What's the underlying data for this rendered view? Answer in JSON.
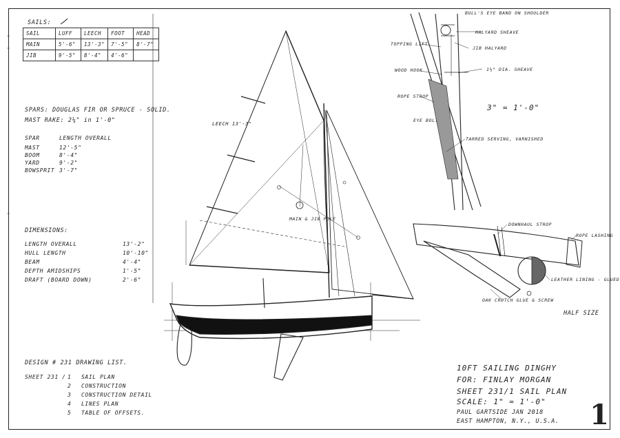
{
  "sails_table": {
    "title": "SAILS:",
    "headers": [
      "SAIL",
      "LUFF",
      "LEECH",
      "FOOT",
      "HEAD"
    ],
    "rows": [
      [
        "MAIN",
        "5'-6\"",
        "13'-3\"",
        "7'-5\"",
        "8'-7\""
      ],
      [
        "JIB",
        "9'-5\"",
        "8'-4\"",
        "4'-6\"",
        ""
      ]
    ]
  },
  "spars": {
    "material": "SPARS: DOUGLAS FIR OR SPRUCE - SOLID.",
    "rake": "MAST RAKE: 2¼\" in 1'-0\"",
    "header_spar": "SPAR",
    "header_length": "LENGTH OVERALL",
    "items": [
      {
        "name": "MAST",
        "value": "12'-5\""
      },
      {
        "name": "BOOM",
        "value": "8'-4\""
      },
      {
        "name": "YARD",
        "value": "9'-2\""
      },
      {
        "name": "BOWSPRIT",
        "value": "3'-7\""
      }
    ]
  },
  "dimensions": {
    "title": "DIMENSIONS:",
    "items": [
      {
        "name": "LENGTH OVERALL",
        "value": "13'-2\""
      },
      {
        "name": "HULL LENGTH",
        "value": "10'-10\""
      },
      {
        "name": "BEAM",
        "value": "4'-4\""
      },
      {
        "name": "DEPTH AMIDSHIPS",
        "value": "1'-5\""
      },
      {
        "name": "DRAFT (BOARD DOWN)",
        "value": "2'-6\""
      }
    ]
  },
  "drawing_list": {
    "title": "DESIGN # 231 DRAWING LIST.",
    "sheet_prefix": "SHEET 231 /",
    "items": [
      {
        "num": "1",
        "label": "SAIL PLAN"
      },
      {
        "num": "2",
        "label": "CONSTRUCTION"
      },
      {
        "num": "3",
        "label": "CONSTRUCTION DETAIL"
      },
      {
        "num": "4",
        "label": "LINES PLAN"
      },
      {
        "num": "5",
        "label": "TABLE OF OFFSETS."
      }
    ]
  },
  "title_block": {
    "line1": "10FT SAILING DINGHY",
    "line2": "FOR: FINLAY MORGAN",
    "line3": "SHEET 231/1 SAIL PLAN",
    "line4": "SCALE: 1\" = 1'-0\"",
    "line5": "PAUL GARTSIDE  JAN 2018",
    "line6": "EAST HAMPTON, N.Y., U.S.A.",
    "sheet_number": "1"
  },
  "annotations": {
    "leech": "LEECH 13'-3\"",
    "main_jib_pole": "MAIN & JIB POLE",
    "mast_detail_scale": "3\" = 1'-0\"",
    "topping_lift": "TOPPING LIFT",
    "jib_halyard": "JIB HALYARD",
    "wood_hook": "WOOD HOOK",
    "rope_strop": "ROPE STROP",
    "eye_bolt": "EYE BOLT",
    "bulleye": "BULL'S EYE BAND ON SHOULDER",
    "halyard_sheave": "HALYARD SHEAVE",
    "dia_sheave": "1½\" DIA. SHEAVE",
    "serving": "TARRED SERVING, VARNISHED",
    "downhaul_strop": "DOWNHAUL STROP",
    "rope_lashing": "ROPE LASHING",
    "leather_lining": "LEATHER LINING - GLUED",
    "oak_crutch": "OAK CRUTCH GLUE & SCREW",
    "half_size": "HALF SIZE"
  }
}
